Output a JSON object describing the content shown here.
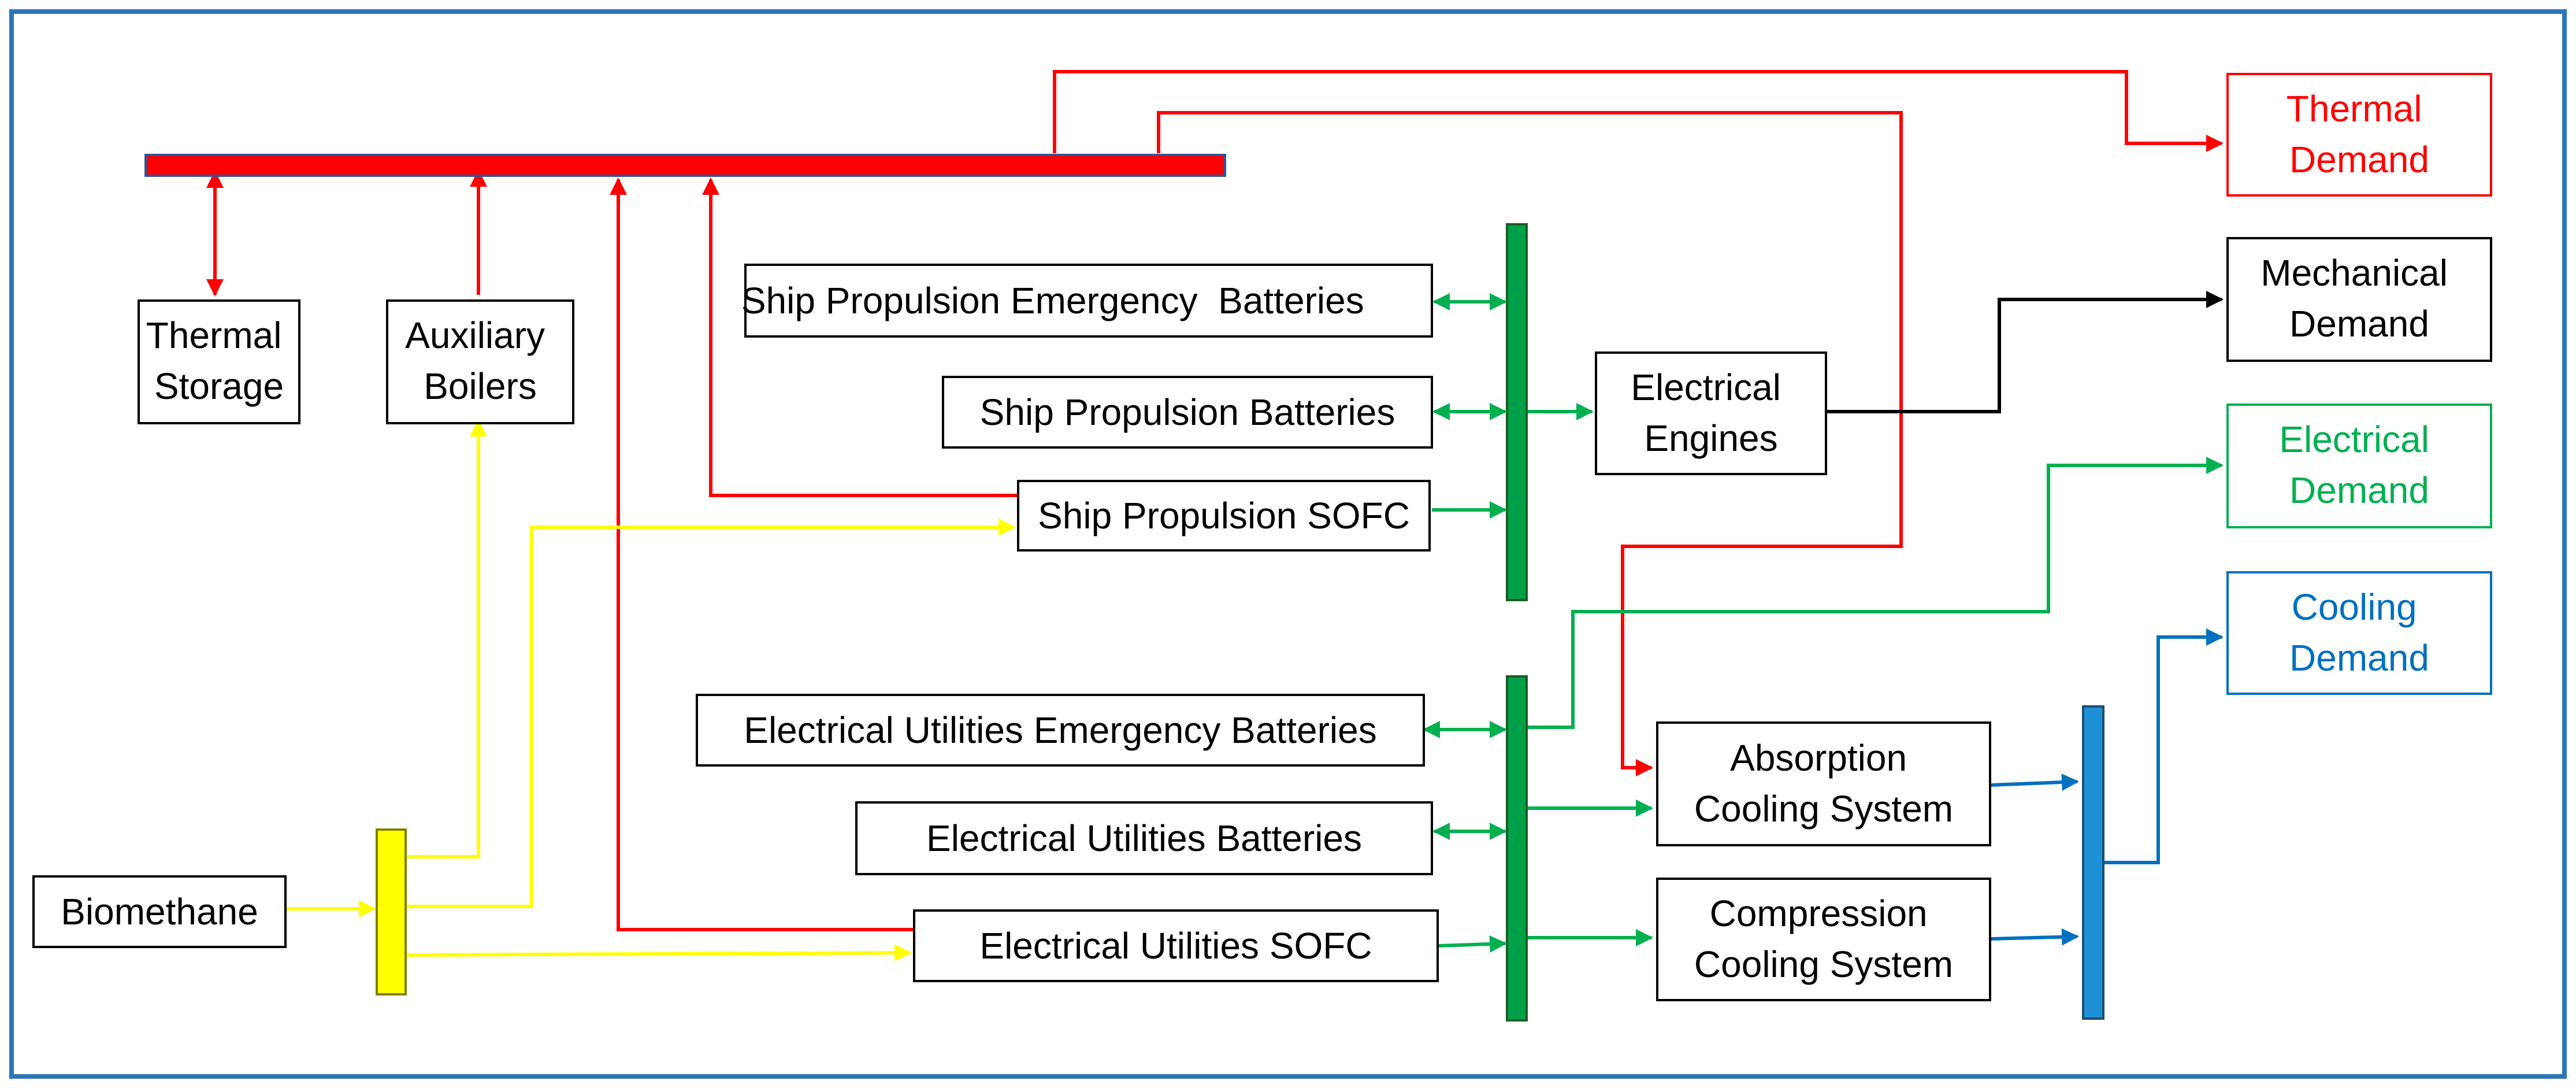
{
  "colors": {
    "thermal": "#ff0000",
    "electrical": "#00b050",
    "electrical_bus": "#00a04a",
    "cooling": "#0070c0",
    "cooling_bus": "#1e90d6",
    "fuel": "#ffff00",
    "mechanical": "#000000",
    "frame": "#2e75b6"
  },
  "nodes": {
    "thermal_storage": [
      "Thermal",
      "Storage"
    ],
    "auxiliary_boilers": [
      "Auxiliary",
      "Boilers"
    ],
    "biomethane": [
      "Biomethane"
    ],
    "ship_propulsion_emergency_batteries": [
      "Ship Propulsion Emergency  Batteries"
    ],
    "ship_propulsion_batteries": [
      "Ship Propulsion Batteries"
    ],
    "ship_propulsion_sofc": [
      "Ship Propulsion SOFC"
    ],
    "electrical_utilities_emergency_batteries": [
      "Electrical Utilities Emergency Batteries"
    ],
    "electrical_utilities_batteries": [
      "Electrical Utilities Batteries"
    ],
    "electrical_utilities_sofc": [
      "Electrical Utilities SOFC"
    ],
    "electrical_engines": [
      "Electrical",
      "Engines"
    ],
    "absorption_cooling_system": [
      "Absorption",
      "Cooling System"
    ],
    "compression_cooling_system": [
      "Compression",
      "Cooling System"
    ],
    "thermal_demand": [
      "Thermal",
      "Demand"
    ],
    "mechanical_demand": [
      "Mechanical",
      "Demand"
    ],
    "electrical_demand": [
      "Electrical",
      "Demand"
    ],
    "cooling_demand": [
      "Cooling",
      "Demand"
    ]
  }
}
